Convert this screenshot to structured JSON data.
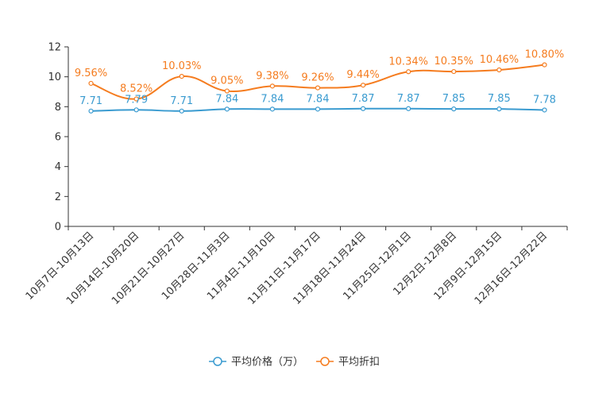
{
  "chart_data": {
    "type": "line",
    "title": "",
    "xlabel": "",
    "ylabel": "",
    "ylim": [
      0,
      12
    ],
    "yticks": [
      0,
      2,
      4,
      6,
      8,
      10,
      12
    ],
    "grid": false,
    "legend_position": "bottom",
    "smooth": true,
    "categories": [
      "10月7日-10月13日",
      "10月14日-10月20日",
      "10月21日-10月27日",
      "10月28日-11月3日",
      "11月4日-11月10日",
      "11月11日-11月17日",
      "11月18日-11月24日",
      "11月25日-12月1日",
      "12月2日-12月8日",
      "12月9日-12月15日",
      "12月16日-12月22日"
    ],
    "series": [
      {
        "name": "平均价格（万）",
        "color": "#3a9bd0",
        "values": [
          7.71,
          7.79,
          7.71,
          7.84,
          7.84,
          7.84,
          7.87,
          7.87,
          7.85,
          7.85,
          7.78
        ],
        "labels": [
          "7.71",
          "7.79",
          "7.71",
          "7.84",
          "7.84",
          "7.84",
          "7.87",
          "7.87",
          "7.85",
          "7.85",
          "7.78"
        ]
      },
      {
        "name": "平均折扣",
        "color": "#f57c1f",
        "values": [
          9.56,
          8.52,
          10.03,
          9.05,
          9.38,
          9.26,
          9.44,
          10.34,
          10.35,
          10.46,
          10.8
        ],
        "labels": [
          "9.56%",
          "8.52%",
          "10.03%",
          "9.05%",
          "9.38%",
          "9.26%",
          "9.44%",
          "10.34%",
          "10.35%",
          "10.46%",
          "10.80%"
        ]
      }
    ]
  }
}
